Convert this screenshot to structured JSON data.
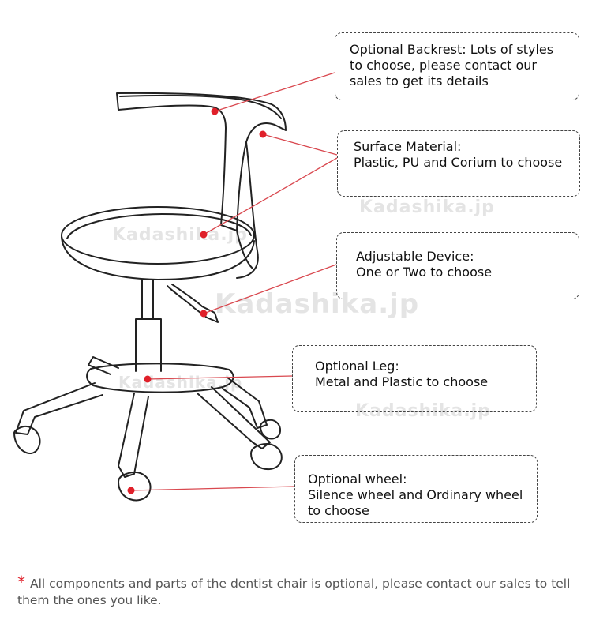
{
  "callouts": {
    "backrest": {
      "title": "Optional Backrest: Lots of styles\nto choose, please contact our\nsales to get its details",
      "desc": ""
    },
    "surface": {
      "title": "Surface Material:",
      "desc": " Plastic, PU and Corium to choose"
    },
    "adjustable": {
      "title": "Adjustable Device:",
      "desc": "One or Two to choose"
    },
    "leg": {
      "title": "Optional Leg:",
      "desc": "Metal and Plastic to choose"
    },
    "wheel": {
      "title": "Optional wheel:",
      "desc": "Silence wheel and Ordinary wheel\nto choose"
    }
  },
  "watermark_text": "Kadashika.jp",
  "footnote": {
    "symbol": "*",
    "text": "All components and parts of the dentist chair is optional, please contact our sales to tell them the ones you like."
  },
  "colors": {
    "marker": "#e0202a",
    "leader_line": "#d9484f",
    "outline": "#222222",
    "watermark": "#e4e4e4"
  }
}
